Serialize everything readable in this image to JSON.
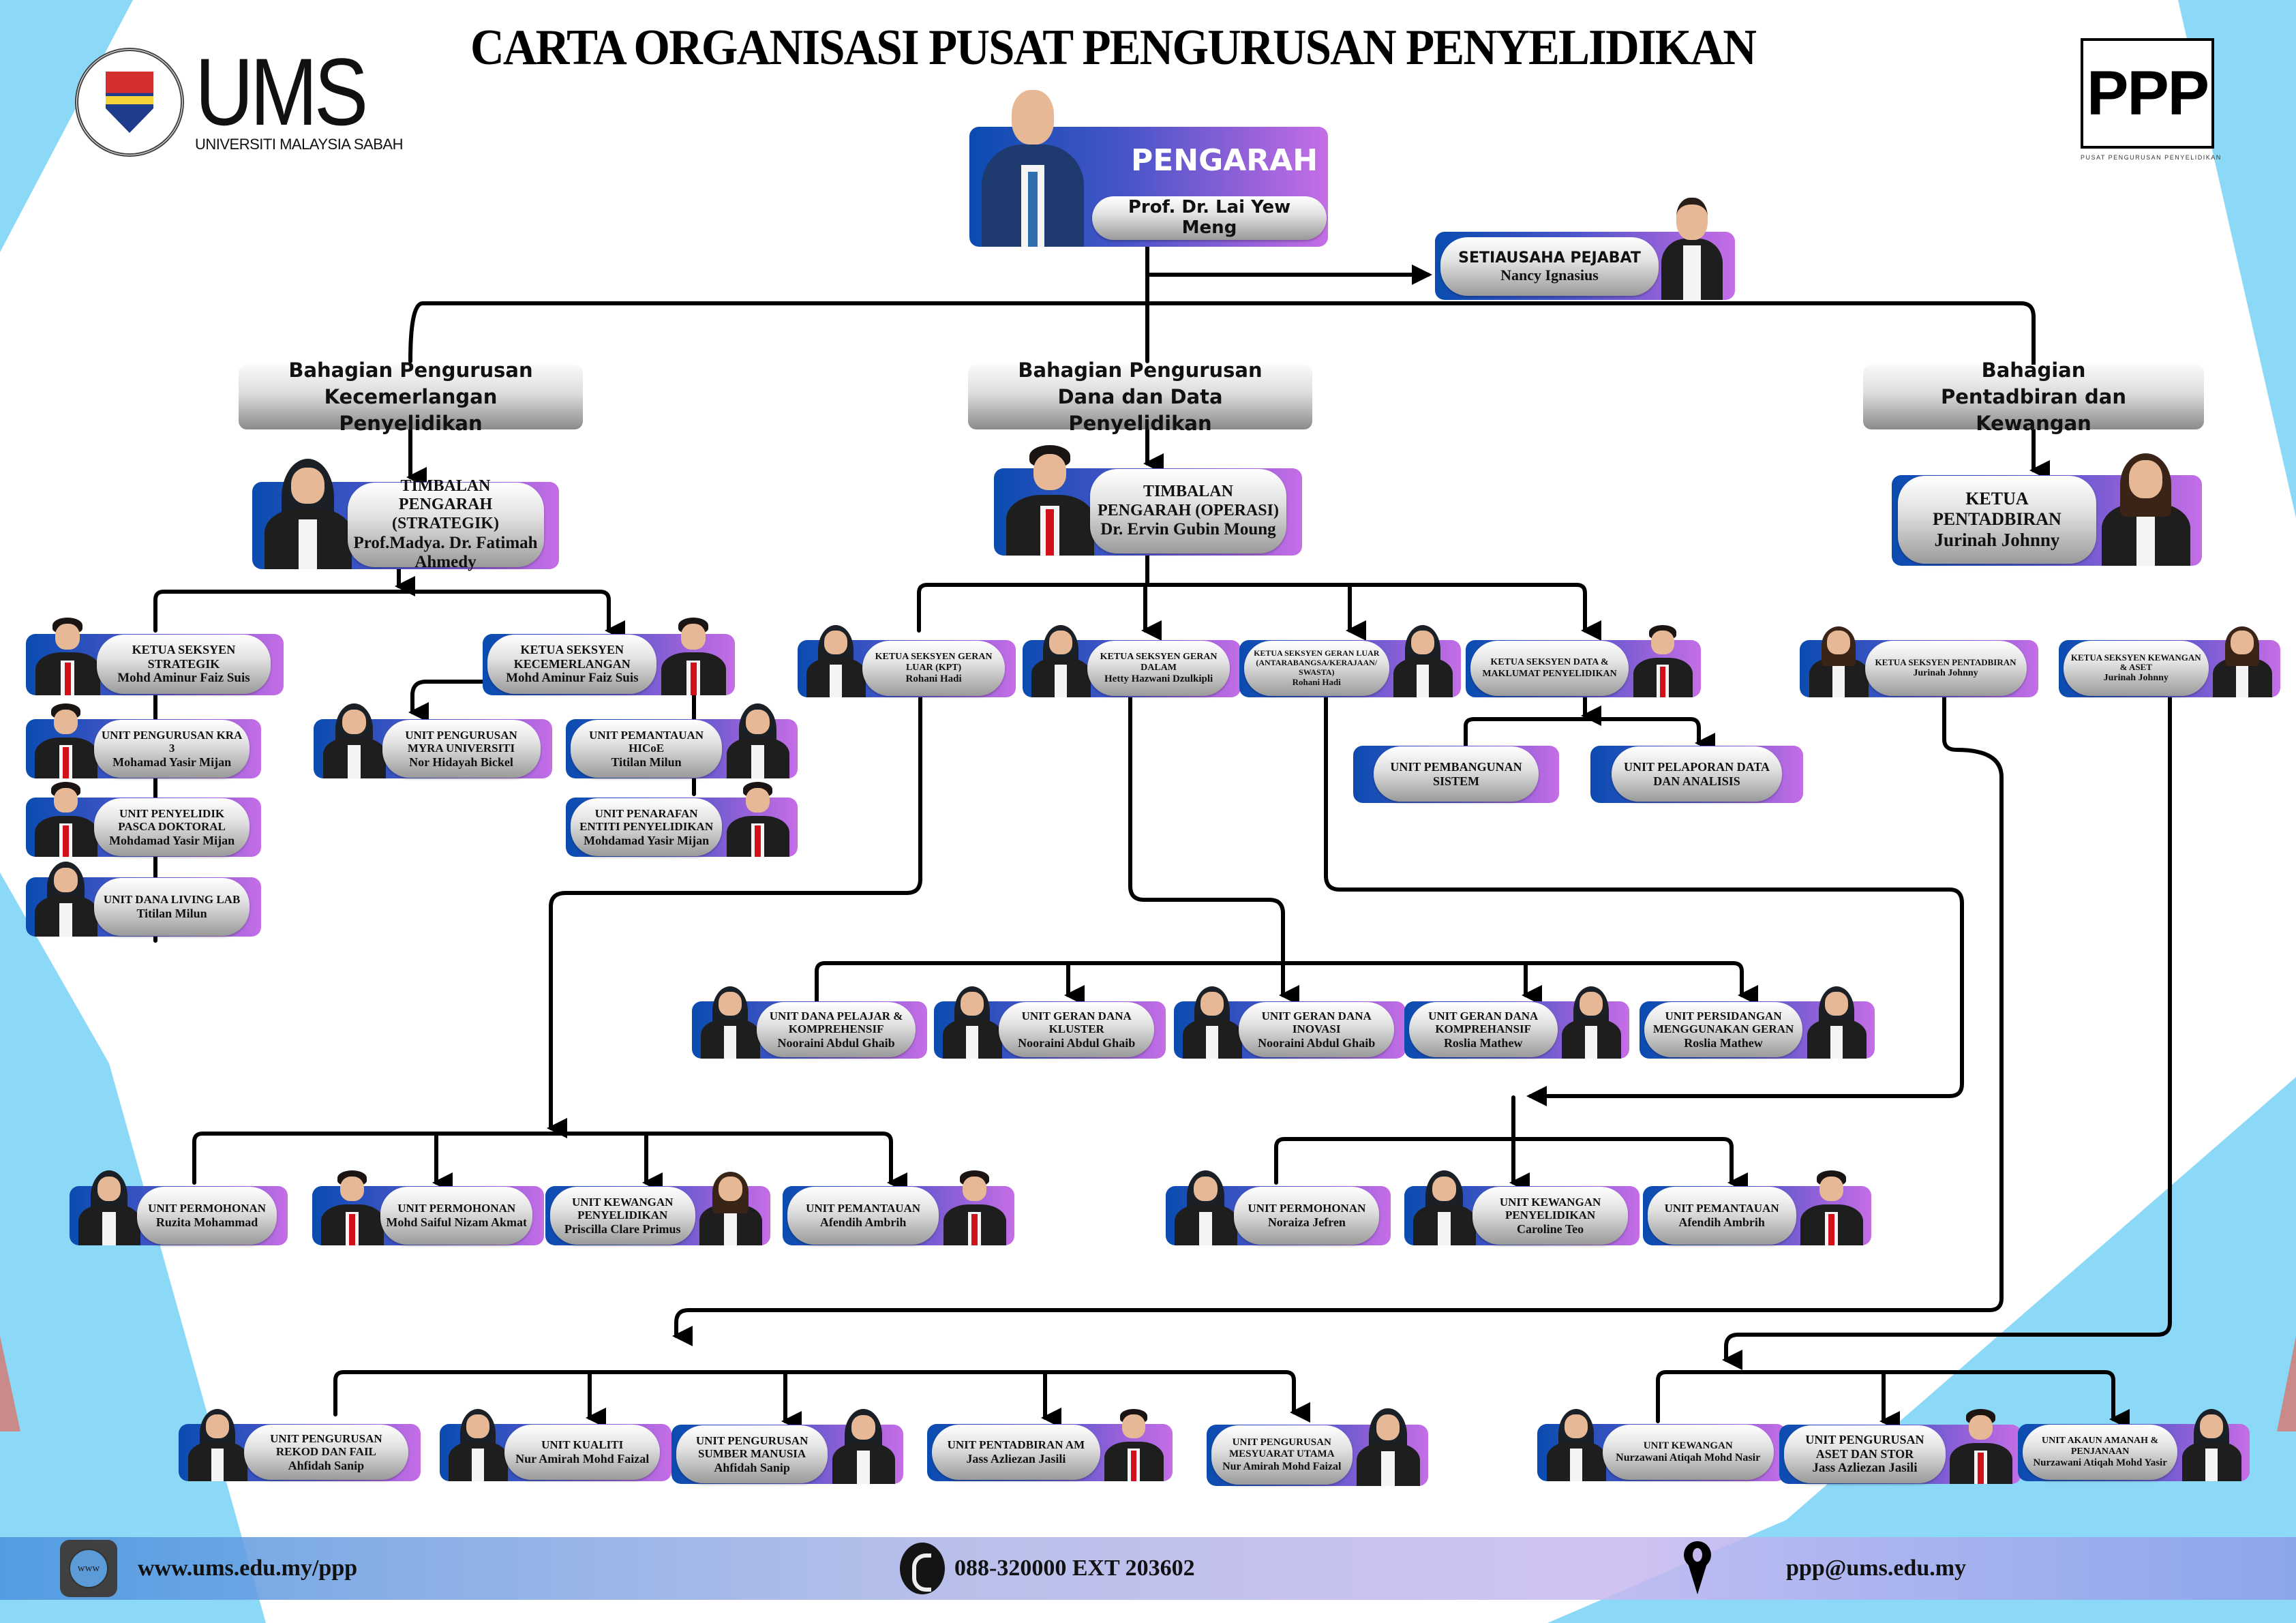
{
  "header": {
    "title": "CARTA ORGANISASI PUSAT PENGURUSAN PENYELIDIKAN",
    "ums_logo_text": "UMS",
    "ums_logo_subtitle": "UNIVERSITI MALAYSIA SABAH",
    "ppp_logo_text": "PPP",
    "ppp_logo_subtitle": "PUSAT PENGURUSAN PENYELIDIKAN"
  },
  "colors": {
    "card_gradient_start": "#0a4cb0",
    "card_gradient_end": "#c56ee6",
    "background_accent": "#8bd9f6",
    "connector": "#000000"
  },
  "director": {
    "role": "PENGARAH",
    "name": "Prof. Dr. Lai Yew Meng"
  },
  "secretary": {
    "role": "SETIAUSAHA PEJABAT",
    "name": "Nancy Ignasius"
  },
  "divisions": [
    {
      "label": "Bahagian Pengurusan Kecemerlangan Penyelidikan"
    },
    {
      "label": "Bahagian Pengurusan Dana dan Data Penyelidikan"
    },
    {
      "label": "Bahagian Pentadbiran dan Kewangan"
    }
  ],
  "deputies": [
    {
      "role": "TIMBALAN PENGARAH (STRATEGIK)",
      "name": "Prof.Madya. Dr. Fatimah Ahmedy"
    },
    {
      "role": "TIMBALAN PENGARAH (OPERASI)",
      "name": "Dr. Ervin Gubin Moung"
    },
    {
      "role": "KETUA PENTADBIRAN",
      "name": "Jurinah Johnny"
    }
  ],
  "strategik": {
    "section_heads": [
      {
        "role": "KETUA SEKSYEN STRATEGIK",
        "name": "Mohd Aminur Faiz Suis"
      },
      {
        "role": "KETUA SEKSYEN KECEMERLANGAN",
        "name": "Mohd Aminur Faiz Suis"
      }
    ],
    "strategik_units": [
      {
        "role": "UNIT PENGURUSAN KRA 3",
        "name": "Mohamad Yasir Mijan"
      },
      {
        "role": "UNIT PENYELIDIK PASCA DOKTORAL",
        "name": "Mohdamad Yasir Mijan"
      },
      {
        "role": "UNIT DANA LIVING LAB",
        "name": "Titilan Milun"
      }
    ],
    "kecemerlangan_units": [
      {
        "role": "UNIT PENGURUSAN MYRA UNIVERSITI",
        "name": "Nor Hidayah Bickel"
      },
      {
        "role": "UNIT PEMANTAUAN HICoE",
        "name": "Titilan Milun"
      },
      {
        "role": "UNIT PENARAFAN ENTITI PENYELIDIKAN",
        "name": "Mohdamad Yasir Mijan"
      }
    ]
  },
  "operasi": {
    "section_heads": [
      {
        "role": "KETUA SEKSYEN GERAN LUAR (KPT)",
        "name": "Rohani Hadi"
      },
      {
        "role": "KETUA SEKSYEN GERAN DALAM",
        "name": "Hetty Hazwani Dzulkipli"
      },
      {
        "role": "KETUA SEKSYEN GERAN LUAR (ANTARABANGSA/KERAJAAN/ SWASTA)",
        "name": "Rohani Hadi"
      },
      {
        "role": "KETUA SEKSYEN DATA & MAKLUMAT PENYELIDIKAN",
        "name": ""
      }
    ],
    "data_units": [
      {
        "role": "UNIT PEMBANGUNAN SISTEM",
        "name": ""
      },
      {
        "role": "UNIT PELAPORAN DATA DAN ANALISIS",
        "name": ""
      }
    ],
    "geran_dalam_units": [
      {
        "role": "UNIT DANA PELAJAR & KOMPREHENSIF",
        "name": "Nooraini Abdul Ghaib"
      },
      {
        "role": "UNIT GERAN DANA KLUSTER",
        "name": "Nooraini Abdul Ghaib"
      },
      {
        "role": "UNIT GERAN DANA INOVASI",
        "name": "Nooraini Abdul Ghaib"
      },
      {
        "role": "UNIT GERAN DANA KOMPREHANSIF",
        "name": "Roslia Mathew"
      },
      {
        "role": "UNIT PERSIDANGAN MENGGUNAKAN GERAN",
        "name": "Roslia Mathew"
      }
    ],
    "geran_kpt_units": [
      {
        "role": "UNIT PERMOHONAN",
        "name": "Ruzita Mohammad"
      },
      {
        "role": "UNIT PERMOHONAN",
        "name": "Mohd Saiful Nizam Akmat"
      },
      {
        "role": "UNIT KEWANGAN PENYELIDIKAN",
        "name": "Priscilla Clare Primus"
      },
      {
        "role": "UNIT PEMANTAUAN",
        "name": "Afendih Ambrih"
      }
    ],
    "geran_antarabangsa_units": [
      {
        "role": "UNIT PERMOHONAN",
        "name": "Noraiza Jefren"
      },
      {
        "role": "UNIT KEWANGAN PENYELIDIKAN",
        "name": "Caroline Teo"
      },
      {
        "role": "UNIT PEMANTAUAN",
        "name": "Afendih Ambrih"
      }
    ]
  },
  "pentadbiran": {
    "section_heads": [
      {
        "role": "KETUA SEKSYEN PENTADBIRAN",
        "name": "Jurinah Johnny"
      },
      {
        "role": "KETUA SEKSYEN KEWANGAN & ASET",
        "name": "Jurinah Johnny"
      }
    ],
    "pentadbiran_units": [
      {
        "role": "UNIT PENGURUSAN REKOD DAN FAIL",
        "name": "Ahfidah Sanip"
      },
      {
        "role": "UNIT KUALITI",
        "name": "Nur Amirah Mohd Faizal"
      },
      {
        "role": "UNIT PENGURUSAN SUMBER MANUSIA",
        "name": "Ahfidah Sanip"
      },
      {
        "role": "UNIT PENTADBIRAN AM",
        "name": "Jass Azliezan Jasili"
      },
      {
        "role": "UNIT PENGURUSAN MESYUARAT UTAMA",
        "name": "Nur Amirah Mohd Faizal"
      }
    ],
    "kewangan_units": [
      {
        "role": "UNIT KEWANGAN",
        "name": "Nurzawani Atiqah Mohd Nasir"
      },
      {
        "role": "UNIT PENGURUSAN ASET DAN STOR",
        "name": "Jass Azliezan Jasili"
      },
      {
        "role": "UNIT AKAUN AMANAH & PENJANAAN",
        "name": "Nurzawani Atiqah Mohd Yasir"
      }
    ]
  },
  "footer": {
    "website_icon": "www-globe-icon",
    "website": "www.ums.edu.my/ppp",
    "phone_icon": "phone-icon",
    "phone": "088-320000 EXT 203602",
    "location_icon": "location-pin-icon",
    "email": "ppp@ums.edu.my"
  }
}
